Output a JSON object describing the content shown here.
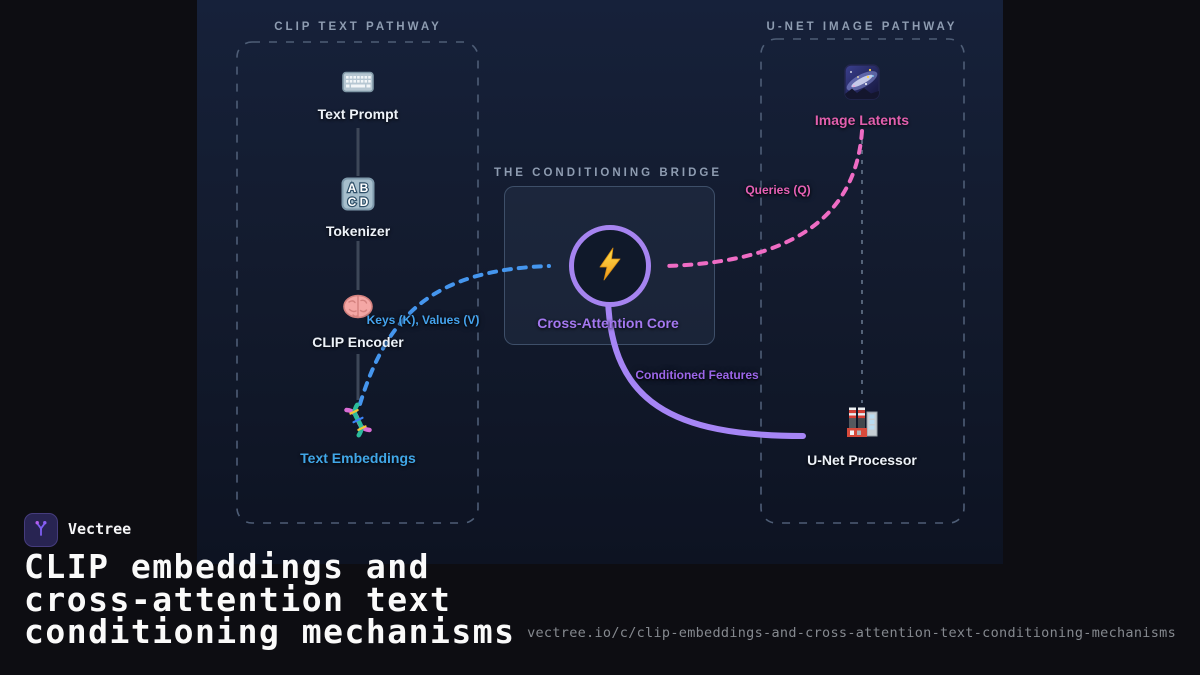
{
  "panel": {
    "clip_pathway": {
      "title": "CLIP TEXT PATHWAY",
      "nodes": [
        {
          "label": "Text Prompt",
          "icon": "keyboard-icon"
        },
        {
          "label": "Tokenizer",
          "icon": "tokenizer-icon"
        },
        {
          "label": "CLIP Encoder",
          "icon": "brain-icon"
        },
        {
          "label": "Text Embeddings",
          "icon": "dna-icon"
        }
      ]
    },
    "bridge": {
      "title": "THE CONDITIONING BRIDGE",
      "core_label": "Cross-Attention Core",
      "core_icon": "lightning-icon"
    },
    "unet_pathway": {
      "title": "U-NET IMAGE PATHWAY",
      "nodes": [
        {
          "label": "Image Latents",
          "icon": "galaxy-icon"
        },
        {
          "label": "U-Net Processor",
          "icon": "factory-icon"
        }
      ]
    },
    "edges": {
      "keys_values": {
        "label": "Keys (K), Values (V)"
      },
      "queries": {
        "label": "Queries (Q)"
      },
      "conditioned": {
        "label": "Conditioned Features"
      }
    }
  },
  "branding": {
    "brand_name": "Vectree",
    "title_lines": [
      "CLIP embeddings and",
      "cross-attention text",
      "conditioning mechanisms"
    ],
    "url": "vectree.io/c/clip-embeddings-and-cross-attention-text-conditioning-mechanisms"
  },
  "colors": {
    "blue_text": "#45a3ee",
    "blue_curve": "#4596ee",
    "pink_text": "#e661b6",
    "pink_curve": "#ef6cc4",
    "purple_text": "#9c67ea",
    "purple_curve": "#a685f5",
    "circle_border": "#a684f0",
    "embeddings_label": "#41a7e8",
    "latents_label": "#e25fae",
    "core_label": "#a478f0"
  }
}
